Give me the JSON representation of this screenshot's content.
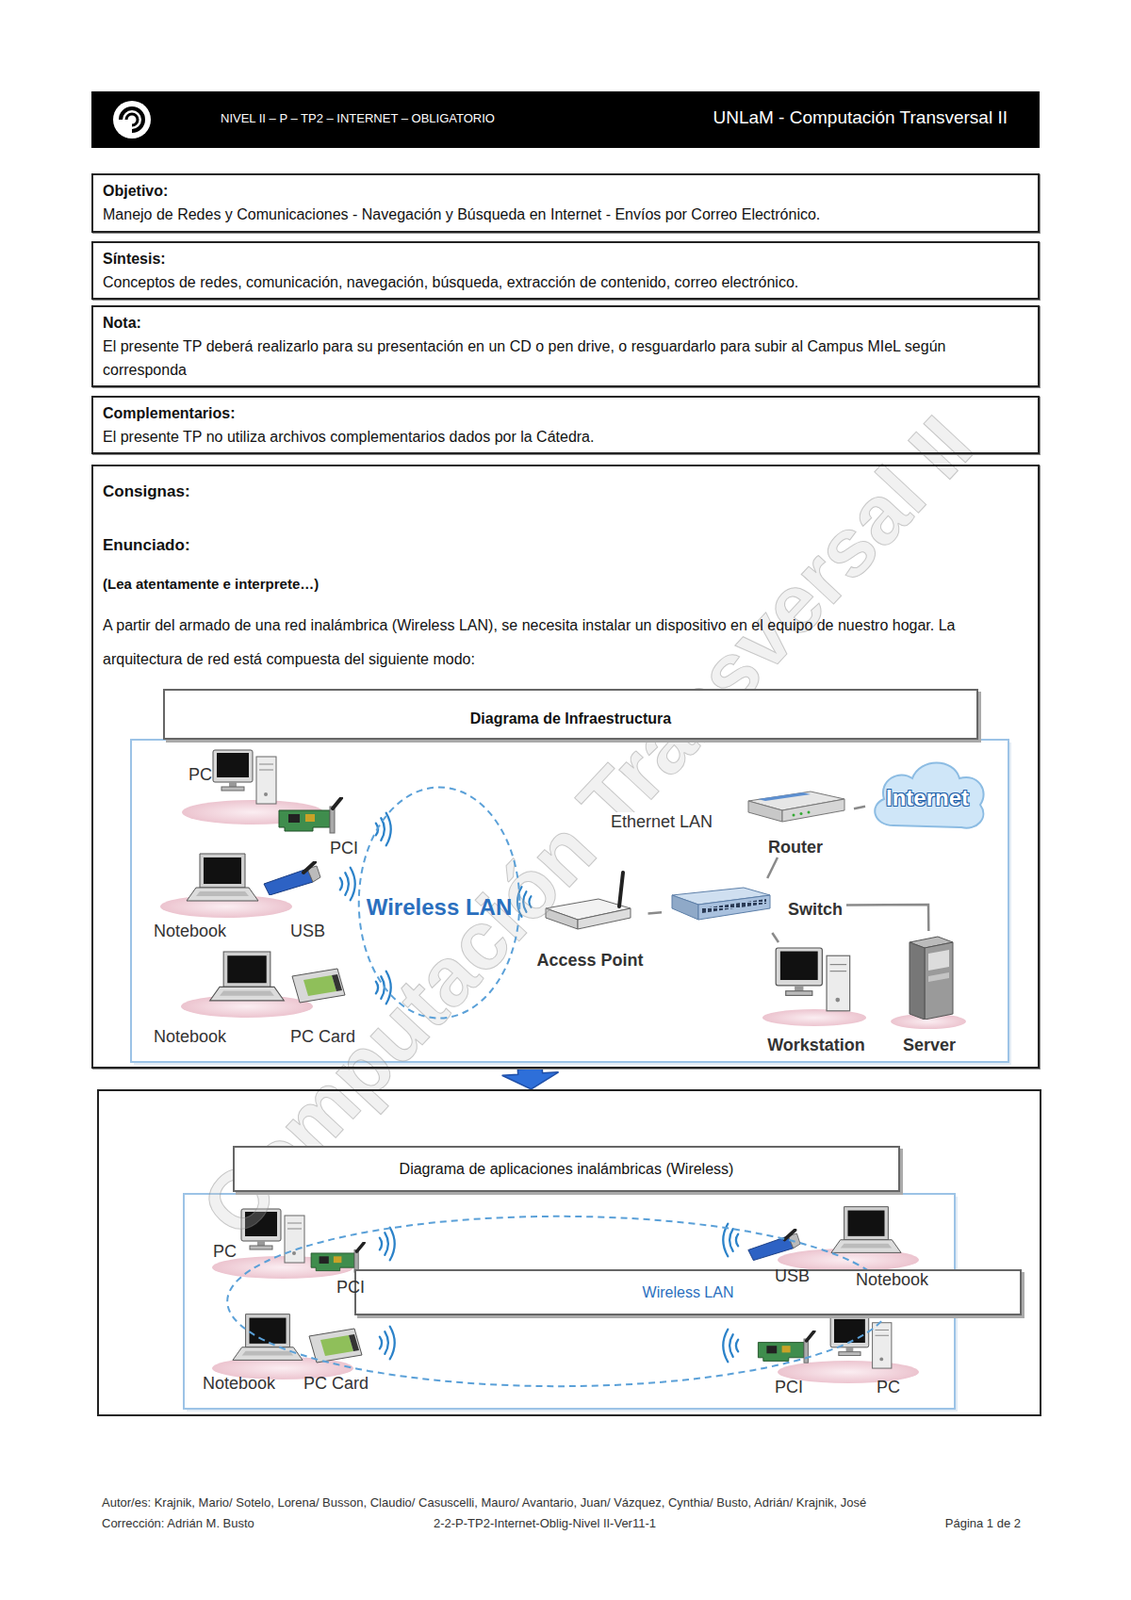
{
  "diagram": {
    "nodes": [
      {
        "text": [
          "NIVEL II – P – TP2 – INTERNET – OBLIGATORIO",
          "UNLaM - Computación Transversal II"
        ]
      },
      {
        "text": [
          "Objetivo:",
          "Manejo de Redes y Comunicaciones - Navegación y Búsqueda en Internet - Envíos por Correo Electrónico."
        ]
      },
      {
        "text": [
          "Síntesis:",
          "Conceptos de redes, comunicación, navegación, búsqueda, extracción de contenido, correo electrónico."
        ]
      },
      {
        "text": [
          "Nota:",
          "El presente TP deberá realizarlo para su presentación en un CD o pen drive, o resguardarlo para subir al Campus MIeL según corresponda"
        ]
      },
      {
        "text": [
          "Complementarios:",
          "El presente TP no utiliza archivos complementarios dados por la Cátedra."
        ]
      },
      {
        "text": [
          "Consignas:",
          "Enunciado:",
          "(Lea atentamente e interprete…)",
          "A partir del armado de una red inalámbrica (Wireless LAN), se necesita instalar un dispositivo en el equipo de nuestro hogar. La arquitectura de red está compuesta del siguiente modo:"
        ]
      },
      {
        "text": [
          "Diagrama de Infraestructura"
        ],
        "in": 5
      },
      {
        "text": [
          "Wireless LAN"
        ],
        "in": 5
      },
      {
        "text": [
          "Access Point"
        ],
        "in": 5
      },
      {
        "text": [
          "Switch"
        ],
        "in": 5
      },
      {
        "text": [
          "Router"
        ],
        "in": 5
      },
      {
        "text": [
          "Internet"
        ],
        "in": 5
      },
      {
        "text": [
          "Workstation"
        ],
        "in": 5
      },
      {
        "text": [
          "Server"
        ],
        "in": 5
      },
      {
        "text": [
          "Diagrama de aplicaciones inalámbricas (Wireless)"
        ]
      },
      {
        "text": [
          "Wireless LAN"
        ],
        "in": 14
      }
    ],
    "edges": [
      {
        "from": 11,
        "to": 10,
        "arrow": "none"
      },
      {
        "from": 10,
        "to": 9,
        "label": "Ethernet LAN",
        "arrow": "none"
      },
      {
        "from": 8,
        "to": 9,
        "arrow": "none"
      },
      {
        "from": 9,
        "to": 12,
        "arrow": "none"
      },
      {
        "from": 9,
        "to": 13,
        "arrow": "none"
      },
      {
        "from": 5,
        "to": 14,
        "arrow": "to"
      }
    ],
    "labels": [
      "Computación Transversal II",
      "PC",
      "PCI",
      "Notebook",
      "USB",
      "Notebook",
      "PC Card",
      "PC",
      "PCI",
      "Notebook",
      "PC Card",
      "USB",
      "Notebook",
      "PCI",
      "PC",
      "Autor/es: Krajnik, Mario/ Sotelo, Lorena/ Busson, Claudio/ Casuscelli, Mauro/ Avantario, Juan/ Vázquez, Cynthia/ Busto, Adrián/ Krajnik, José",
      "Corrección: Adrián M. Busto",
      "2-2-P-TP2-Internet-Oblig-Nivel II-Ver11-1",
      "Página 1 de 2"
    ]
  }
}
